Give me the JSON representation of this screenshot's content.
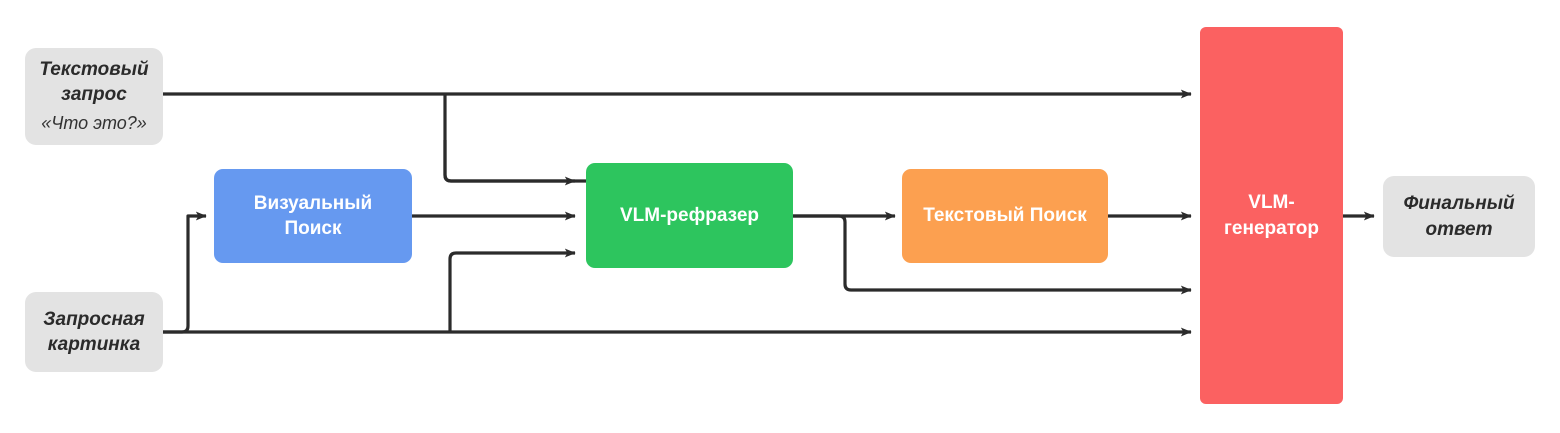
{
  "diagram": {
    "title": "VLM multimodal retrieval pipeline",
    "background": "#ffffff",
    "nodes": {
      "text_query": {
        "label": "Текстовый\nзапрос",
        "sublabel": "«Что это?»",
        "color": "#e3e3e3",
        "kind": "input"
      },
      "query_image": {
        "label": "Запросная\nкартинка",
        "color": "#e3e3e3",
        "kind": "input"
      },
      "visual_search": {
        "label": "Визуальный\nПоиск",
        "color": "#6699f0",
        "kind": "process"
      },
      "rephraser": {
        "label": "VLM-рефразер",
        "color": "#2dc55e",
        "kind": "process"
      },
      "text_search": {
        "label": "Текстовый Поиск",
        "color": "#fca050",
        "kind": "process"
      },
      "generator": {
        "label": "VLM-\nгенератор",
        "color": "#fb6161",
        "kind": "process"
      },
      "final_answer": {
        "label": "Финальный\nответ",
        "color": "#e3e3e3",
        "kind": "output"
      }
    },
    "edges": [
      {
        "name": "text-query-to-generator",
        "from": "text_query",
        "to": "generator"
      },
      {
        "name": "text-query-to-rephraser",
        "from": "text_query",
        "to": "rephraser"
      },
      {
        "name": "query-image-to-visual-search",
        "from": "query_image",
        "to": "visual_search"
      },
      {
        "name": "query-image-to-rephraser",
        "from": "query_image",
        "to": "rephraser"
      },
      {
        "name": "query-image-to-generator",
        "from": "query_image",
        "to": "generator"
      },
      {
        "name": "visual-search-to-rephraser",
        "from": "visual_search",
        "to": "rephraser"
      },
      {
        "name": "rephraser-to-text-search",
        "from": "rephraser",
        "to": "text_search"
      },
      {
        "name": "rephraser-to-generator",
        "from": "rephraser",
        "to": "generator"
      },
      {
        "name": "text-search-to-generator",
        "from": "text_search",
        "to": "generator"
      },
      {
        "name": "generator-to-final-answer",
        "from": "generator",
        "to": "final_answer"
      }
    ],
    "edge_color": "#2b2b2b"
  }
}
